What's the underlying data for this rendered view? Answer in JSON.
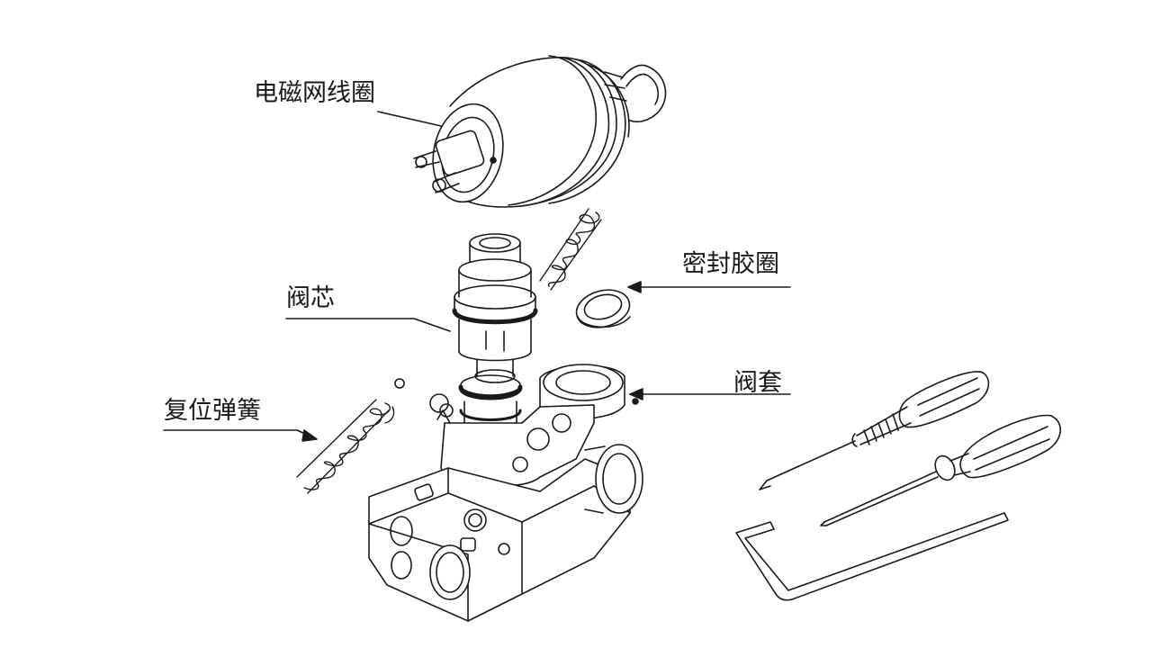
{
  "labels": {
    "coil": "电磁网线圈",
    "seal_ring": "密封胶圈",
    "valve_core": "阀芯",
    "valve_sleeve": "阀套",
    "return_spring": "复位弹簧"
  },
  "colors": {
    "background": "#ffffff",
    "line": "#1a1a1a"
  }
}
